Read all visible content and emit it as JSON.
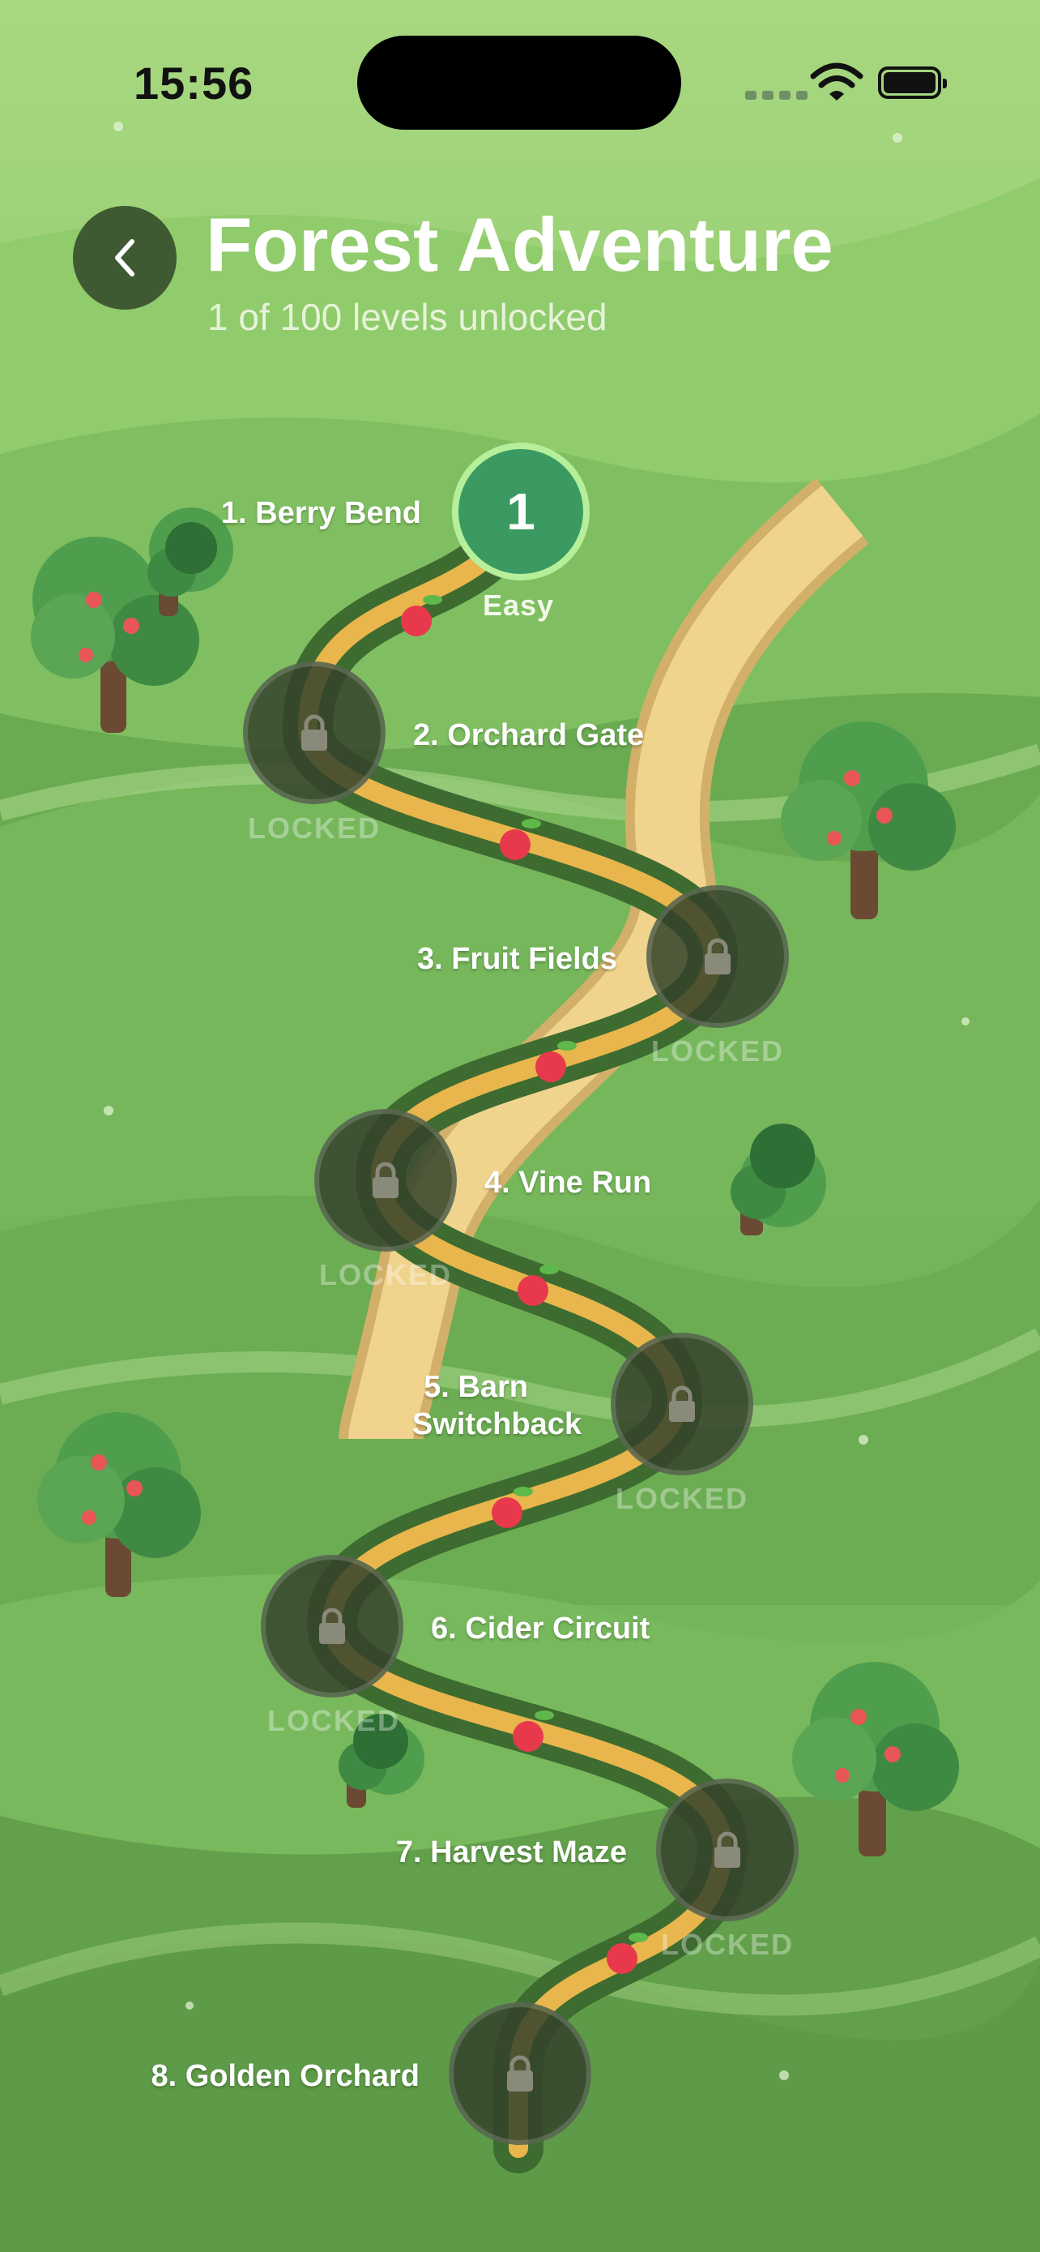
{
  "status": {
    "time": "15:56"
  },
  "header": {
    "title": "Forest Adventure",
    "subtitle": "1 of 100 levels unlocked"
  },
  "levels": [
    {
      "name": "1. Berry Bend",
      "number": "1",
      "difficulty": "Easy",
      "state": "unlocked"
    },
    {
      "name": "2. Orchard Gate",
      "status": "LOCKED",
      "state": "locked"
    },
    {
      "name": "3. Fruit Fields",
      "status": "LOCKED",
      "state": "locked"
    },
    {
      "name": "4. Vine Run",
      "status": "LOCKED",
      "state": "locked"
    },
    {
      "name_line1": "5. Barn",
      "name_line2": "Switchback",
      "status": "LOCKED",
      "state": "locked"
    },
    {
      "name": "6. Cider Circuit",
      "status": "LOCKED",
      "state": "locked"
    },
    {
      "name": "7. Harvest Maze",
      "status": "LOCKED",
      "state": "locked"
    },
    {
      "name": "8. Golden Orchard",
      "state": "locked"
    }
  ],
  "icons": {
    "back": "chevron-left-icon",
    "lock": "lock-icon",
    "signal": "cellular-signal-icon",
    "wifi": "wifi-icon",
    "battery": "battery-icon",
    "tree": "apple-tree-icon",
    "apple": "apple-icon"
  },
  "colors": {
    "sky_top": "#a8d880",
    "hill_light": "#8cc96a",
    "hill_mid": "#74b55c",
    "hill_dark": "#5f9c49",
    "path": "#e8b64c",
    "path_border": "#3e6b30",
    "sand_road": "#f0d48e",
    "node_open": "#3a9a62",
    "node_ring": "#b6ef9a",
    "node_locked": "#34422c",
    "apple": "#e8394c",
    "back_button": "#3f5a32"
  }
}
